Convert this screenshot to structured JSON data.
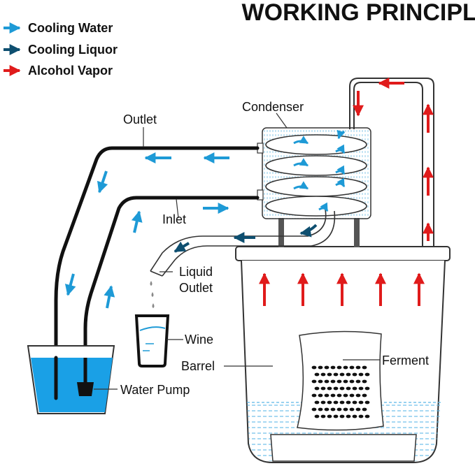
{
  "title": "WORKING PRINCIPLE",
  "legend": [
    {
      "label": "Cooling Water",
      "color": "#1e9ad6"
    },
    {
      "label": "Cooling Liquor",
      "color": "#0e4f70"
    },
    {
      "label": "Alcohol Vapor",
      "color": "#e01b1b"
    }
  ],
  "labels": {
    "condenser": "Condenser",
    "outlet": "Outlet",
    "inlet": "Inlet",
    "liquid_outlet_1": "Liquid",
    "liquid_outlet_2": "Outlet",
    "wine": "Wine",
    "barrel": "Barrel",
    "ferment": "Ferment",
    "water_pump": "Water Pump"
  },
  "colors": {
    "cooling_water": "#1e9ad6",
    "cooling_liquor": "#0e4f70",
    "alcohol_vapor": "#e01b1b",
    "water_fill": "#1aa0e6",
    "outline": "#333333"
  }
}
